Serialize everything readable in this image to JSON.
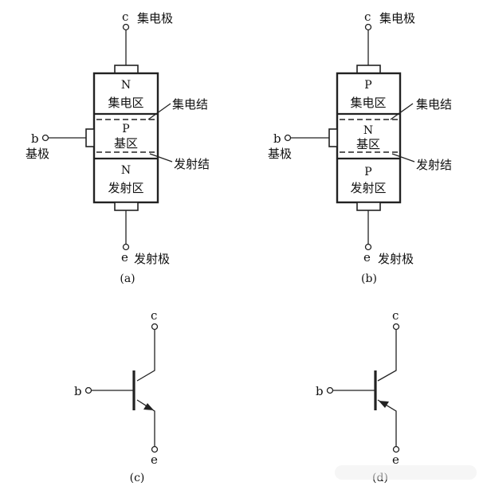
{
  "diagram_a": {
    "terminal_c": "c",
    "label_collector": "集电极",
    "region_top_type": "N",
    "region_top_name": "集电区",
    "junction_collector": "集电结",
    "region_mid_type": "P",
    "region_mid_name": "基区",
    "terminal_b": "b",
    "label_base": "基极",
    "junction_emitter": "发射结",
    "region_bot_type": "N",
    "region_bot_name": "发射区",
    "terminal_e": "e",
    "label_emitter": "发射极",
    "caption": "(a)"
  },
  "diagram_b": {
    "terminal_c": "c",
    "label_collector": "集电极",
    "region_top_type": "P",
    "region_top_name": "集电区",
    "junction_collector": "集电结",
    "region_mid_type": "N",
    "region_mid_name": "基区",
    "terminal_b": "b",
    "label_base": "基极",
    "junction_emitter": "发射结",
    "region_bot_type": "P",
    "region_bot_name": "发射区",
    "terminal_e": "e",
    "label_emitter": "发射极",
    "caption": "(b)"
  },
  "symbol_c": {
    "terminal_c": "c",
    "terminal_b": "b",
    "terminal_e": "e",
    "caption": "(c)"
  },
  "symbol_d": {
    "terminal_c": "c",
    "terminal_b": "b",
    "terminal_e": "e",
    "caption": "(d)"
  }
}
